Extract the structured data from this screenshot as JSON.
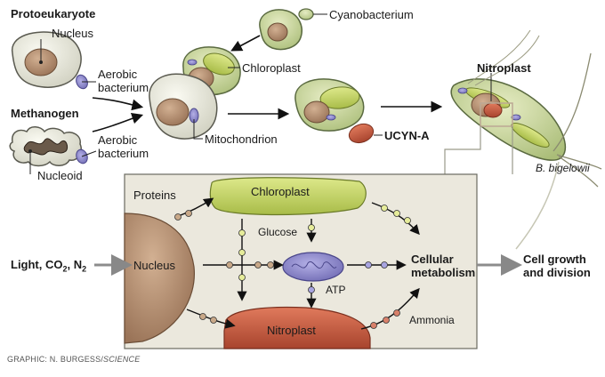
{
  "labels": {
    "protoeukaryote": "Protoeukaryote",
    "nucleus_top": "Nucleus",
    "aerobic_bacterium_1": "Aerobic\nbacterium",
    "methanogen": "Methanogen",
    "nucleoid": "Nucleoid",
    "aerobic_bacterium_2": "Aerobic\nbacterium",
    "cyanobacterium": "Cyanobacterium",
    "chloroplast_top": "Chloroplast",
    "mitochondrion": "Mitochondrion",
    "ucyn_a": "UCYN-A",
    "nitroplast_top": "Nitroplast",
    "species": "B. bigelowii"
  },
  "panel": {
    "proteins": "Proteins",
    "chloroplast": "Chloroplast",
    "glucose": "Glucose",
    "nucleus": "Nucleus",
    "atp": "ATP",
    "cellular_metabolism": "Cellular\nmetabolism",
    "nitroplast": "Nitroplast",
    "ammonia": "Ammonia"
  },
  "inputs": {
    "light": "Light, CO",
    "sub2": "2",
    "n2": ", N",
    "sub2b": "2"
  },
  "output": "Cell growth\nand division",
  "credit_prefix": "GRAPHIC: N. BURGESS/",
  "credit_source": "SCIENCE",
  "colors": {
    "cell_fill": "#e8e8dc",
    "cell_stroke": "#5a5a50",
    "nucleus": "#b08866",
    "chloroplast": "#c8d86a",
    "mito": "#8a86c8",
    "nitroplast": "#c8644a",
    "panel_bg": "#ebe8dd"
  }
}
